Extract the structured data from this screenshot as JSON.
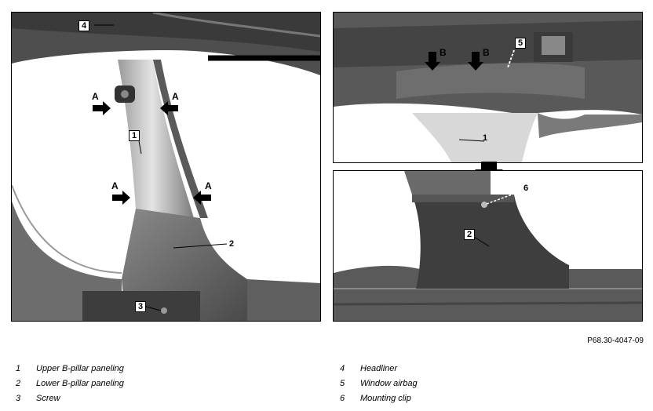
{
  "figure": {
    "reference": "P68.30-4047-09",
    "callouts": {
      "c1": "1",
      "c2": "2",
      "c3": "3",
      "c4": "4",
      "c5": "5",
      "c6": "6"
    },
    "arrow_labels": {
      "a": "A",
      "b": "B"
    }
  },
  "legend": [
    {
      "num": "1",
      "text": "Upper B-pillar paneling"
    },
    {
      "num": "2",
      "text": "Lower B-pillar paneling"
    },
    {
      "num": "3",
      "text": "Screw"
    },
    {
      "num": "4",
      "text": "Headliner"
    },
    {
      "num": "5",
      "text": "Window airbag"
    },
    {
      "num": "6",
      "text": "Mounting clip"
    }
  ]
}
